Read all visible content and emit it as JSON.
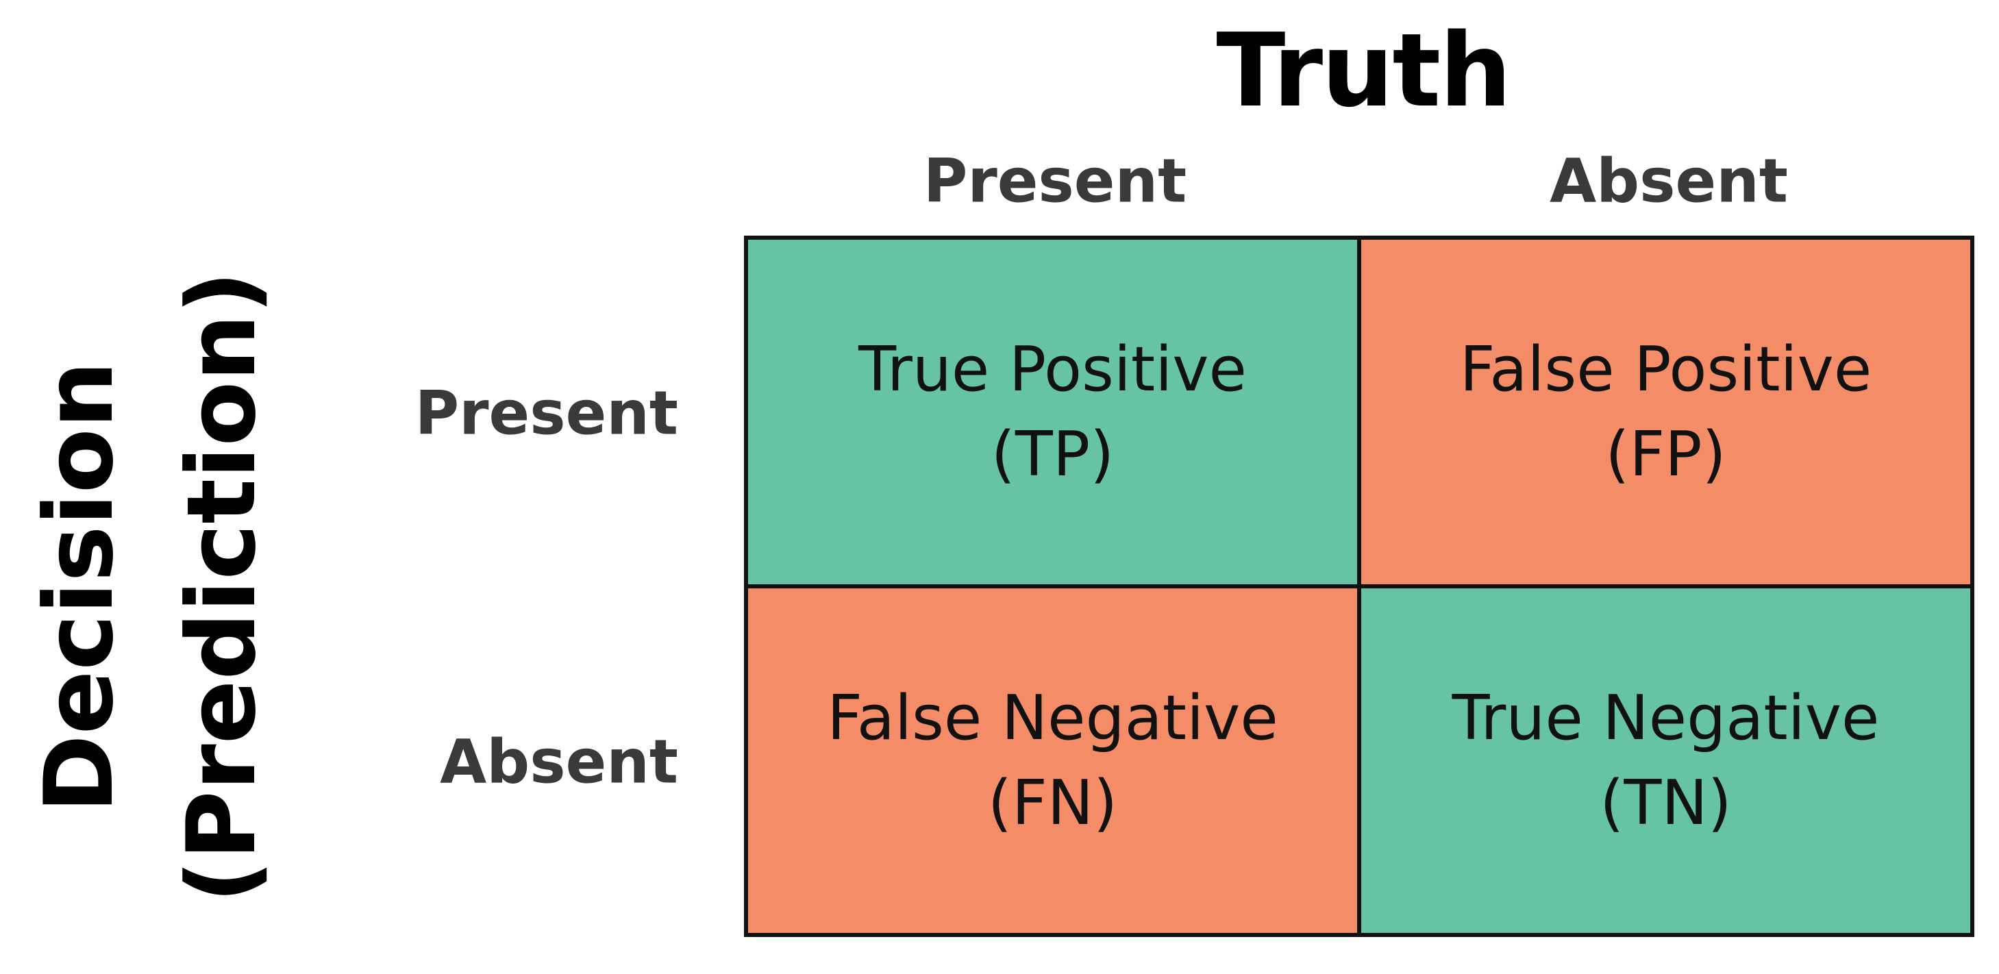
{
  "truth_title": "Truth",
  "decision_title": {
    "line1": "Decision",
    "line2": "(Prediction)"
  },
  "columns": [
    {
      "label": "Present"
    },
    {
      "label": "Absent"
    }
  ],
  "rows": [
    {
      "label": "Present"
    },
    {
      "label": "Absent"
    }
  ],
  "colors": {
    "true_cell": "#66c3a6",
    "false_cell": "#f48d67",
    "border": "#111111"
  },
  "cells": [
    {
      "name": "True Positive",
      "abbr": "(TP)",
      "kind": "true"
    },
    {
      "name": "False Positive",
      "abbr": "(FP)",
      "kind": "false"
    },
    {
      "name": "False Negative",
      "abbr": "(FN)",
      "kind": "false"
    },
    {
      "name": "True Negative",
      "abbr": "(TN)",
      "kind": "true"
    }
  ]
}
